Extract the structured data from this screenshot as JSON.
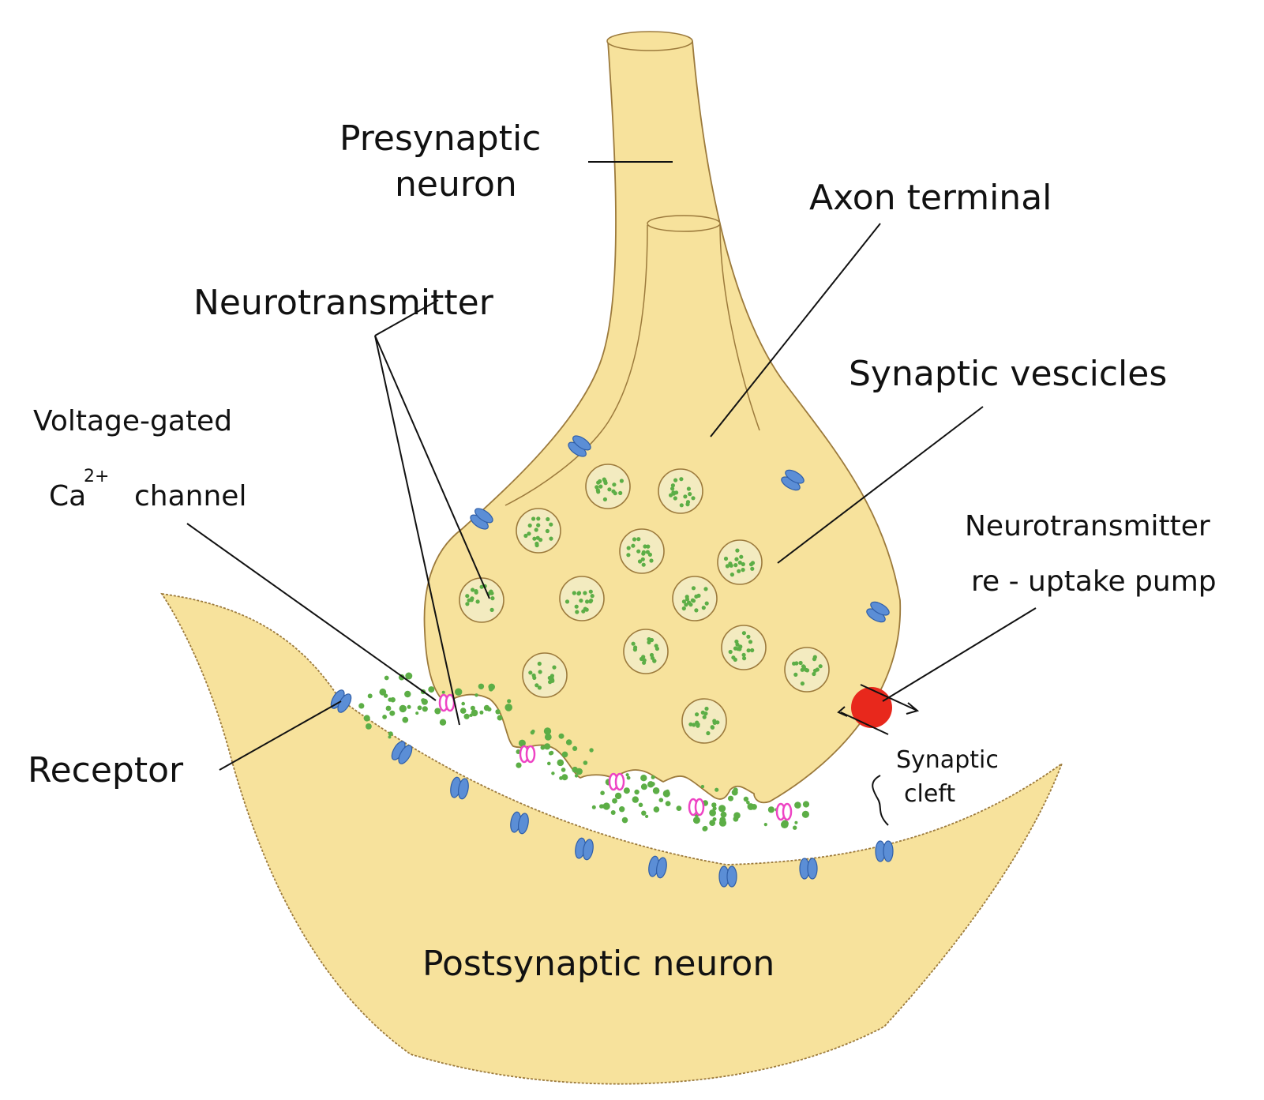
{
  "labels": {
    "presynaptic": [
      "Presynaptic",
      "neuron"
    ],
    "axon_terminal": "Axon terminal",
    "neurotransmitter": "Neurotransmitter",
    "synaptic_vesicles": "Synaptic vescicles",
    "voltage_gated": [
      "Voltage-gated",
      "Ca",
      "2+",
      "channel"
    ],
    "reuptake_pump": [
      "Neurotransmitter",
      "re - uptake pump"
    ],
    "synaptic_cleft": [
      "Synaptic",
      "cleft"
    ],
    "receptor": "Receptor",
    "postsynaptic": "Postsynaptic neuron"
  },
  "colors": {
    "cell_fill": "#f7e29c",
    "cell_stroke": "#9c7a3c",
    "vesicle_fill": "#f3ebc0",
    "vesicle_dot": "#5cae46",
    "neurotransmitter_dot": "#5cae46",
    "receptor": "#5b8ed6",
    "calcium_channel": "#ee44c4",
    "reuptake_pump": "#e8281c"
  }
}
